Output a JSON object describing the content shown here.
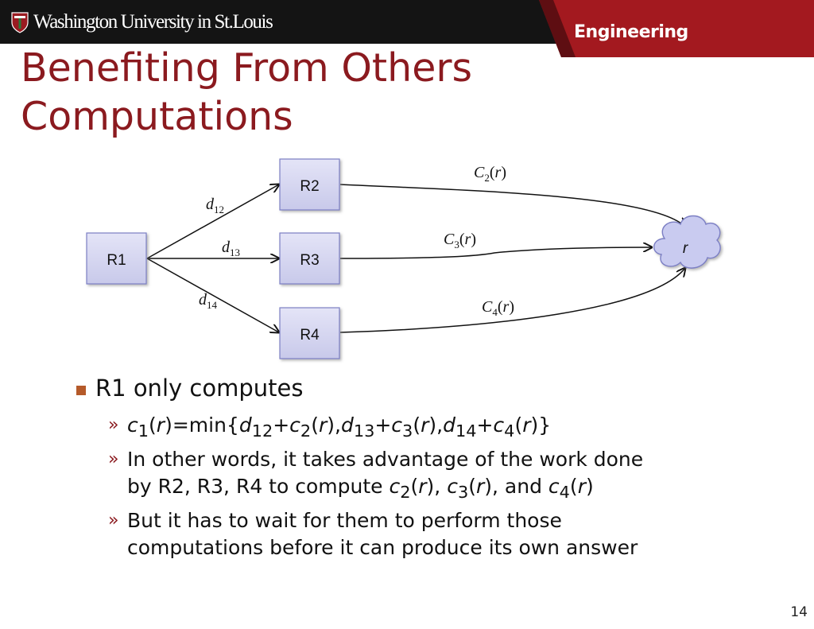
{
  "header": {
    "university": "Washington University in St.Louis",
    "school_tab": "Engineering",
    "colors": {
      "bar": "#141414",
      "accent": "#8b1a1f"
    }
  },
  "slide": {
    "title_line1": "Benefiting From Others",
    "title_line2": "Computations",
    "page_number": "14"
  },
  "diagram": {
    "nodes": {
      "r1": "R1",
      "r2": "R2",
      "r3": "R3",
      "r4": "R4",
      "dest": "r"
    },
    "edges": {
      "d12": {
        "var": "d",
        "sub": "12"
      },
      "d13": {
        "var": "d",
        "sub": "13"
      },
      "d14": {
        "var": "d",
        "sub": "14"
      },
      "c2": {
        "var": "C",
        "sub": "2",
        "arg": "r"
      },
      "c3": {
        "var": "C",
        "sub": "3",
        "arg": "r"
      },
      "c4": {
        "var": "C",
        "sub": "4",
        "arg": "r"
      }
    }
  },
  "bullets": {
    "main": "R1 only computes",
    "formula": {
      "c": "c",
      "s1": "1",
      "r": "r",
      "eq_min": "=min{",
      "d": "d",
      "s12": "12",
      "s2": "2",
      "s13": "13",
      "s3": "3",
      "s14": "14",
      "s4": "4",
      "lp": "(",
      "rp": ")",
      "plus": "+",
      "comma": ",",
      "close": ")}"
    },
    "sub2": {
      "line1": "In other words, it takes advantage of the work done",
      "line2_pre": "by R2, R3, R4 to compute ",
      "and": ", and "
    },
    "sub3": {
      "line1": "But it has to wait for them to perform those",
      "line2": "computations before it can produce its own answer"
    },
    "marker": "»"
  }
}
